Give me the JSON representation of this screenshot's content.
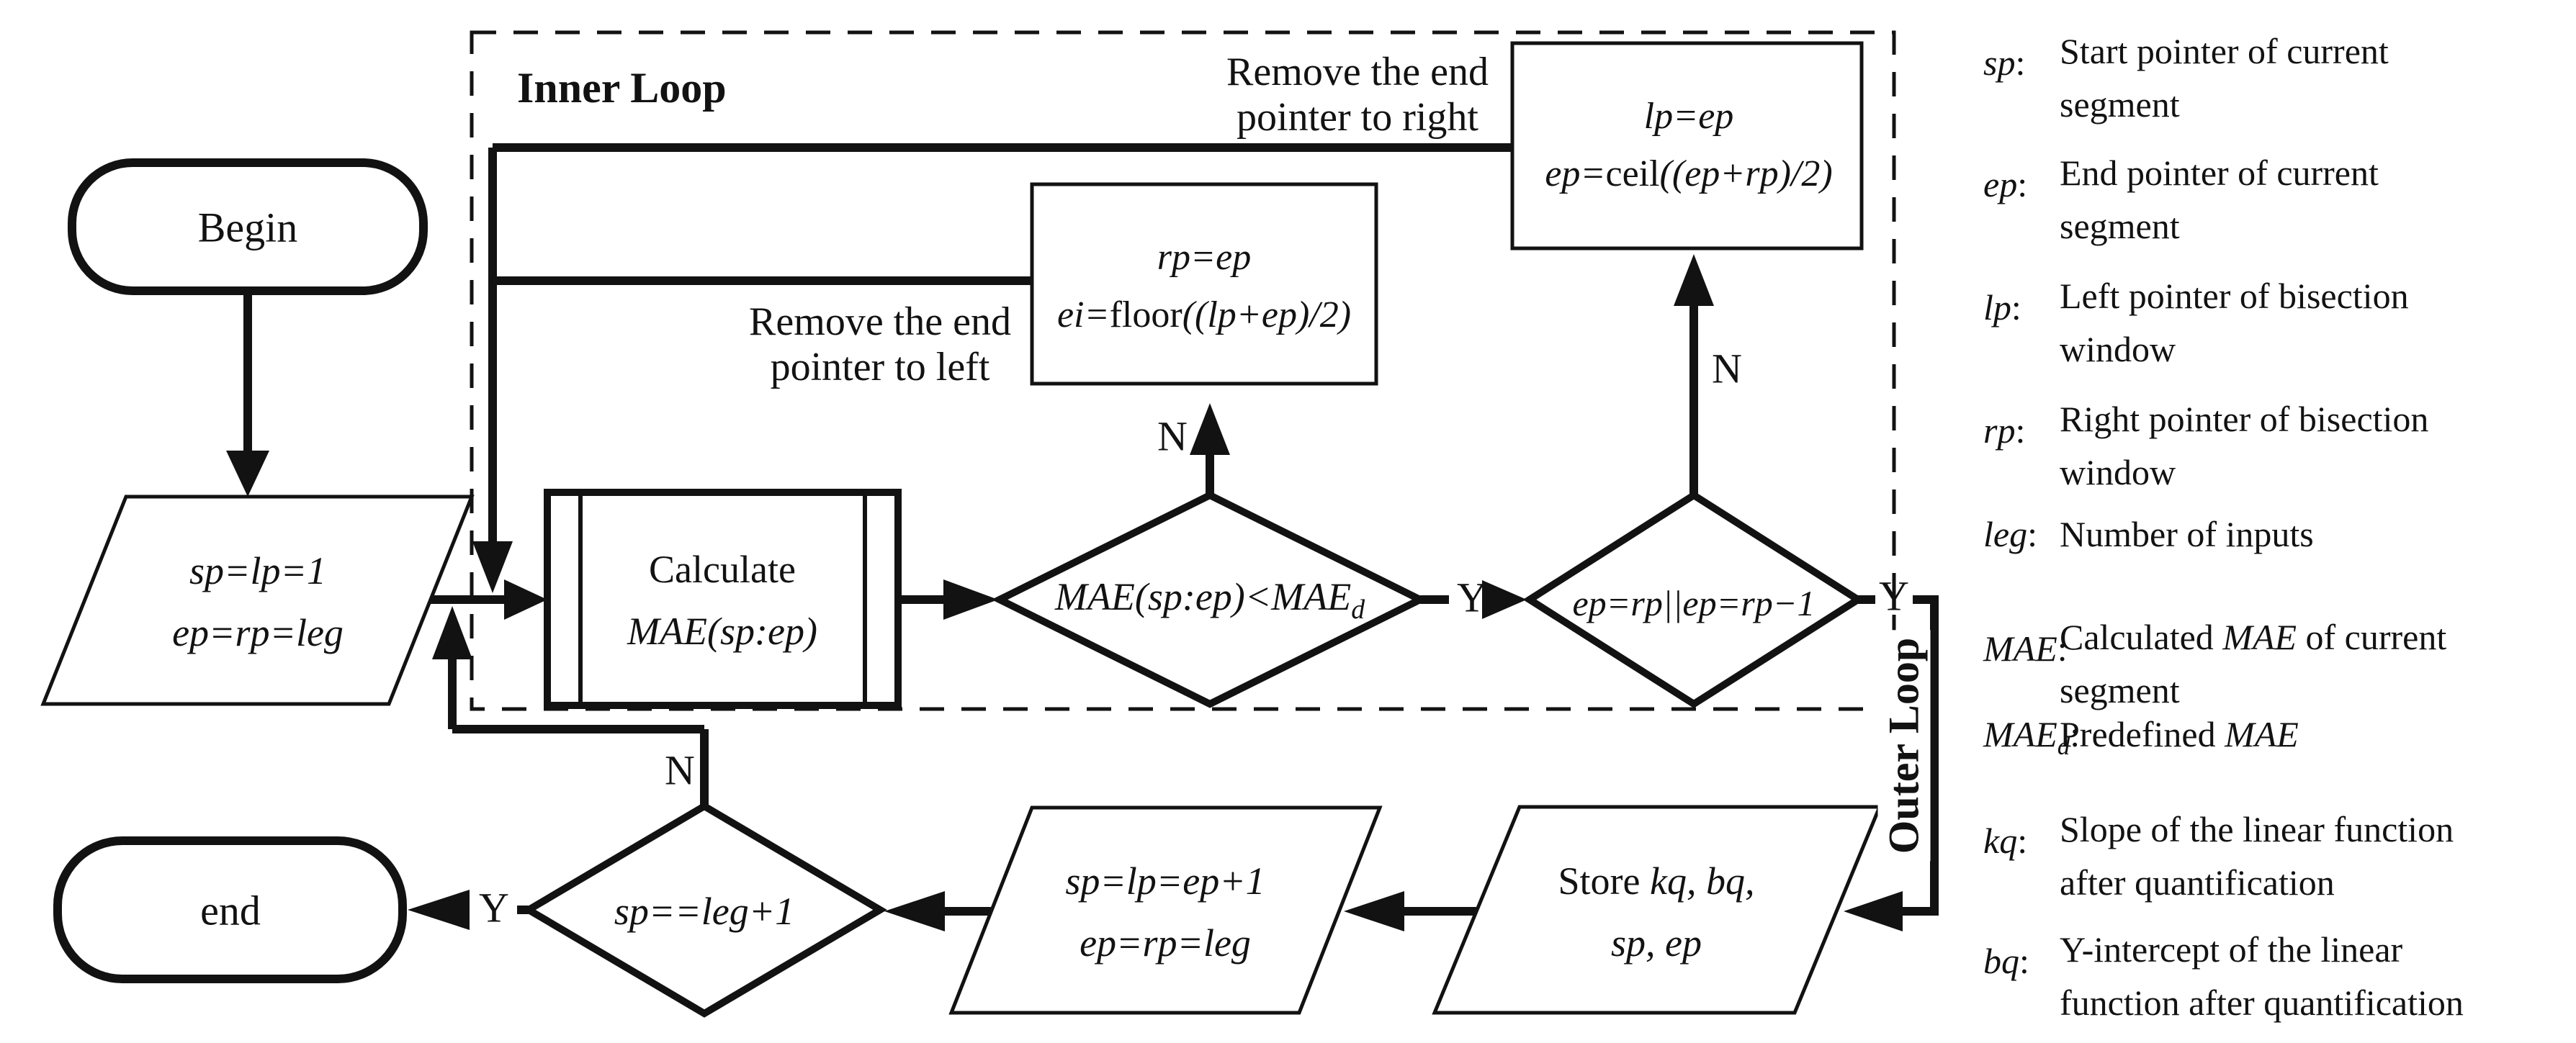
{
  "diagram": {
    "inner_loop_label": "Inner Loop",
    "outer_loop_label": "Outer Loop",
    "begin": "Begin",
    "end": "end",
    "init_io": {
      "line1": "sp=lp=1",
      "line2": "ep=rp=leg"
    },
    "calculate": {
      "line1": "Calculate",
      "line2": "MAE(sp:ep)"
    },
    "decision_mae": {
      "main": "MAE(sp:ep)<MAE",
      "sub": "d"
    },
    "decision_bisect": {
      "text": "ep=rp||ep=rp−1"
    },
    "remove_left_box": {
      "line1": "rp=ep",
      "line2_pre": "ei=",
      "line2_fn": "floor",
      "line2_post": "((lp+ep)/2)"
    },
    "remove_right_box": {
      "line1": "lp=ep",
      "line2_pre": "ep=",
      "line2_fn": "ceil",
      "line2_post": "((ep+rp)/2)"
    },
    "remove_left_caption": {
      "line1": "Remove the end",
      "line2": "pointer to left"
    },
    "remove_right_caption": {
      "line1": "Remove the end",
      "line2": "pointer to right"
    },
    "store_io": {
      "line1_pre": "Store ",
      "line1_vars": "kq, bq,",
      "line2": "sp, ep"
    },
    "next_segment_io": {
      "line1": "sp=lp=ep+1",
      "line2": "ep=rp=leg"
    },
    "decision_done": {
      "text": "sp==leg+1"
    },
    "labels": {
      "yes": "Y",
      "no": "N"
    }
  },
  "legend": {
    "colon": ":",
    "rows": [
      {
        "term": "sp",
        "def1": "Start pointer of current",
        "def2": "segment"
      },
      {
        "term": "ep",
        "def1": "End pointer of current",
        "def2": "segment"
      },
      {
        "term": "lp",
        "def1": "Left pointer of bisection",
        "def2": "window"
      },
      {
        "term": "rp",
        "def1": "Right pointer of bisection",
        "def2": "window"
      },
      {
        "term": "leg",
        "def1": "Number of inputs"
      },
      {
        "term": "MAE",
        "def1_pre": "Calculated ",
        "def1_it": "MAE",
        "def1_post": " of current",
        "def2": "segment"
      },
      {
        "term": "MAE",
        "term_sub": "d",
        "def1_pre": "Predefined ",
        "def1_it": "MAE"
      },
      {
        "term": "kq",
        "def1": "Slope of the linear function",
        "def2": "after quantification"
      },
      {
        "term": "bq",
        "def1": "Y-intercept of the linear",
        "def2": "function after quantification"
      }
    ]
  }
}
